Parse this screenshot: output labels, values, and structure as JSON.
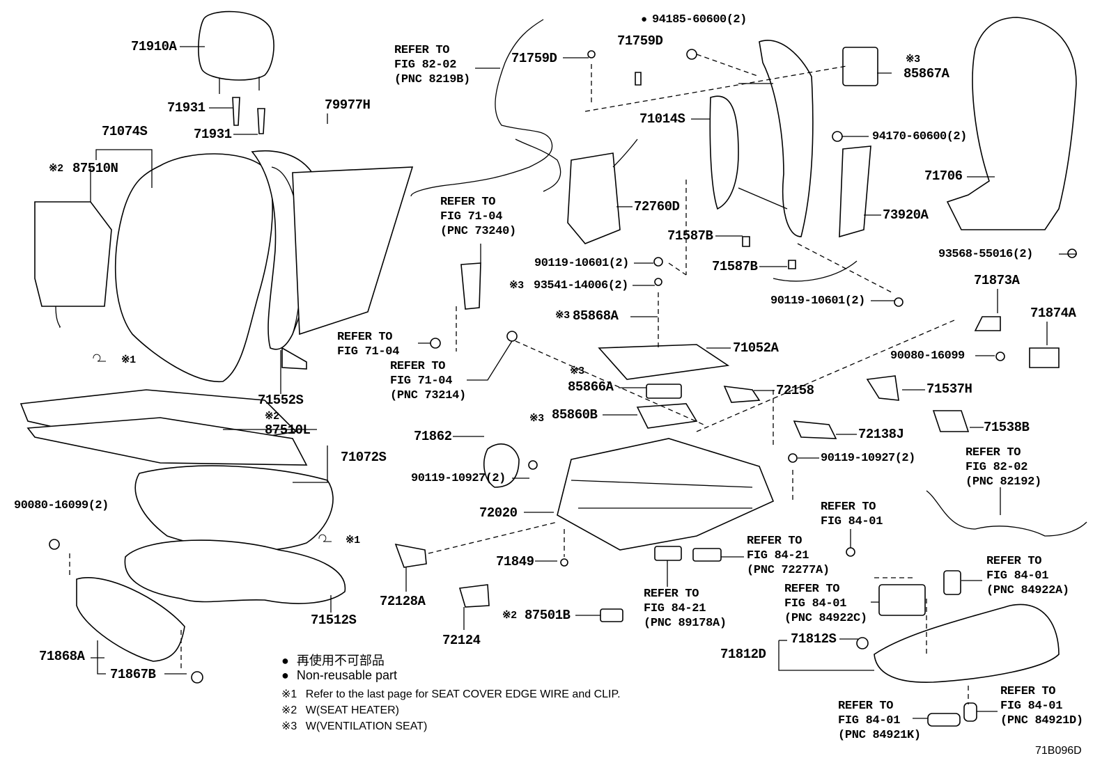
{
  "parts": {
    "p71910A": "71910A",
    "p71931a": "71931",
    "p71931b": "71931",
    "p79977H": "79977H",
    "p71074S": "71074S",
    "p87510N": "87510N",
    "p87510N_mark": "※2",
    "p71552S": "71552S",
    "p87510L": "87510L",
    "p87510L_mark": "※2",
    "p71072S": "71072S",
    "p90080_16099_2": "90080-16099(2)",
    "p71512S": "71512S",
    "p71868A": "71868A",
    "p71867B": "71867B",
    "p71759D_a": "71759D",
    "p71759D_b": "71759D",
    "p94185": "94185-60600(2)",
    "p71014S": "71014S",
    "p85867A": "85867A",
    "p85867A_mark": "※3",
    "p94170": "94170-60600(2)",
    "p72760D": "72760D",
    "p71587B_a": "71587B",
    "p71587B_b": "71587B",
    "p73920A": "73920A",
    "p71706": "71706",
    "p93568": "93568-55016(2)",
    "p90119_10601_a": "90119-10601(2)",
    "p93541": "93541-14006(2)",
    "p93541_mark": "※3",
    "p90119_10601_b": "90119-10601(2)",
    "p85868A": "85868A",
    "p85868A_mark": "※3",
    "p71052A": "71052A",
    "p71873A": "71873A",
    "p71874A": "71874A",
    "p90080_16099": "90080-16099",
    "p85866A": "85866A",
    "p85866A_mark": "※3",
    "p72158": "72158",
    "p71537H": "71537H",
    "p85860B": "85860B",
    "p85860B_mark": "※3",
    "p71538B": "71538B",
    "p71862": "71862",
    "p72138J": "72138J",
    "p90119_10927_a": "90119-10927(2)",
    "p90119_10927_b": "90119-10927(2)",
    "p72020": "72020",
    "p71849": "71849",
    "p72128A": "72128A",
    "p72124": "72124",
    "p87501B": "87501B",
    "p87501B_mark": "※2",
    "p71812S": "71812S",
    "p71812D": "71812D",
    "edge_mark_1": "※1",
    "edge_mark_2": "※1"
  },
  "refs": {
    "r_82_02_a": "REFER TO\nFIG 82-02\n(PNC 8219B)",
    "r_71_04_a": "REFER TO\nFIG 71-04\n(PNC 73240)",
    "r_71_04_b": "REFER TO\nFIG 71-04",
    "r_71_04_c": "REFER TO\nFIG 71-04\n(PNC 73214)",
    "r_82_02_b": "REFER TO\nFIG 82-02\n(PNC 82192)",
    "r_84_01_a": "REFER TO\nFIG 84-01",
    "r_84_21_a": "REFER TO\nFIG 84-21\n(PNC 72277A)",
    "r_84_21_b": "REFER TO\nFIG 84-21\n(PNC 89178A)",
    "r_84_01_b": "REFER TO\nFIG 84-01\n(PNC 84922C)",
    "r_84_01_c": "REFER TO\nFIG 84-01\n(PNC 84922A)",
    "r_84_01_d": "REFER TO\nFIG 84-01\n(PNC 84921K)",
    "r_84_01_e": "REFER TO\nFIG 84-01\n(PNC 84921D)"
  },
  "legend": {
    "bullet": "●",
    "non_reusable_jp": "再使用不可部品",
    "non_reusable_en": "Non-reusable part",
    "note1_mark": "※1",
    "note1": "Refer to the last page for SEAT COVER EDGE WIRE and CLIP.",
    "note2_mark": "※2",
    "note2": "W(SEAT HEATER)",
    "note3_mark": "※3",
    "note3": "W(VENTILATION SEAT)"
  },
  "figure_code": "71B096D"
}
